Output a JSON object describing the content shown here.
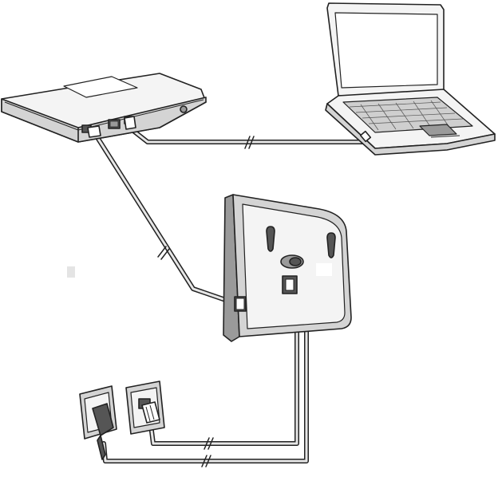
{
  "diagram": {
    "devices": [
      {
        "name": "router",
        "icon": "router-icon"
      },
      {
        "name": "laptop",
        "icon": "laptop-icon"
      },
      {
        "name": "base-station",
        "icon": "base-station-icon"
      },
      {
        "name": "power-socket",
        "icon": "power-socket-icon"
      },
      {
        "name": "telephone-socket",
        "icon": "telephone-socket-icon"
      }
    ],
    "connections": [
      {
        "from": "router",
        "to": "laptop",
        "kind": "ethernet-cable"
      },
      {
        "from": "router",
        "to": "base-station",
        "kind": "ethernet-cable"
      },
      {
        "from": "base-station",
        "to": "telephone-socket",
        "kind": "phone-cable"
      },
      {
        "from": "base-station",
        "to": "power-socket",
        "kind": "power-cable"
      }
    ],
    "colors": {
      "outline": "#222222",
      "device_fill": "#f4f4f4",
      "device_shade": "#d4d4d4",
      "dark_shade": "#9a9a9a",
      "cable_fill": "#e6e6e6",
      "background": "#ffffff"
    }
  }
}
